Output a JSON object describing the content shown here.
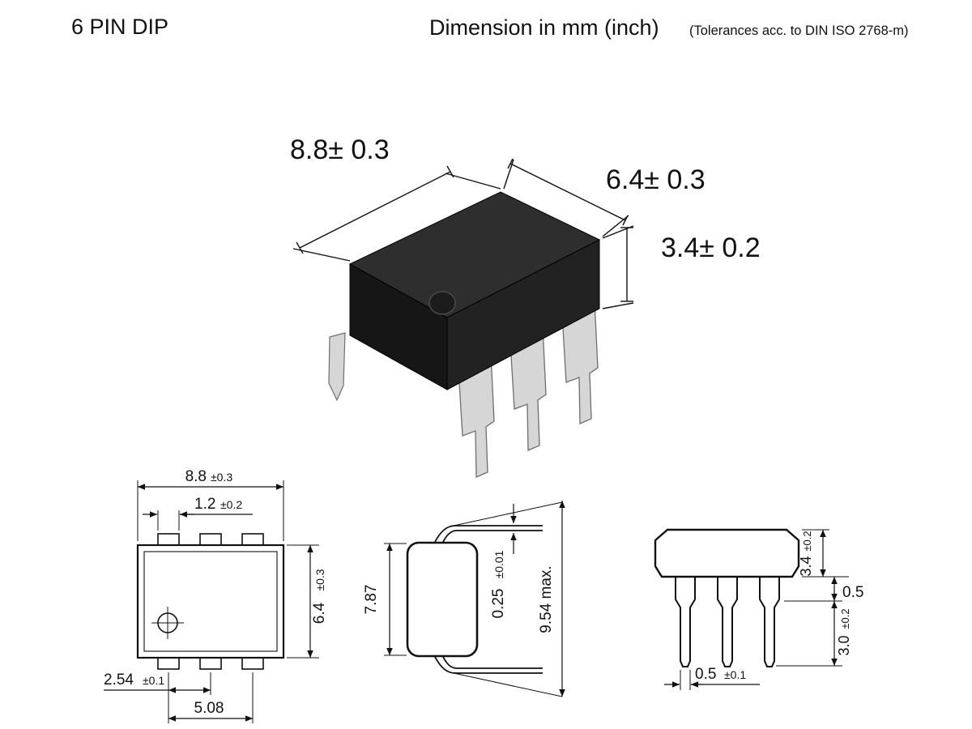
{
  "header": {
    "title": "6 PIN DIP",
    "units_note": "Dimension in mm (inch)",
    "tolerance_note": "(Tolerances acc. to DIN ISO 2768-m)"
  },
  "iso_view": {
    "body_width": "8.8± 0.3",
    "body_depth": "6.4± 0.3",
    "body_height": "3.4± 0.2"
  },
  "top_view": {
    "overall_width": {
      "value": "8.8",
      "tol": "±0.3"
    },
    "pin_width": {
      "value": "1.2",
      "tol": "±0.2"
    },
    "body_depth": {
      "value": "6.4",
      "tol": "±0.3"
    },
    "pin_pitch": {
      "value": "2.54",
      "tol": "±0.1"
    },
    "pin_span": {
      "value": "5.08"
    }
  },
  "side_view": {
    "body_height": {
      "value": "7.87"
    },
    "lead_thickness": {
      "value": "0.25",
      "tol": "±0.01"
    },
    "overall_height": {
      "value": "9.54 max."
    }
  },
  "front_view": {
    "body_height": {
      "value": "3.4",
      "tol": "±0.2"
    },
    "shoulder_length": {
      "value": "0.5"
    },
    "lead_length": {
      "value": "3.0",
      "tol": "±0.2"
    },
    "lead_width": {
      "value": "0.5",
      "tol": "±0.1"
    }
  },
  "colors": {
    "body_top": "#2e2e2e",
    "body_front": "#161616",
    "body_side": "#222222",
    "pin": "#d6d6d6",
    "pin_edge": "#6e6e6e",
    "line": "#111111"
  }
}
